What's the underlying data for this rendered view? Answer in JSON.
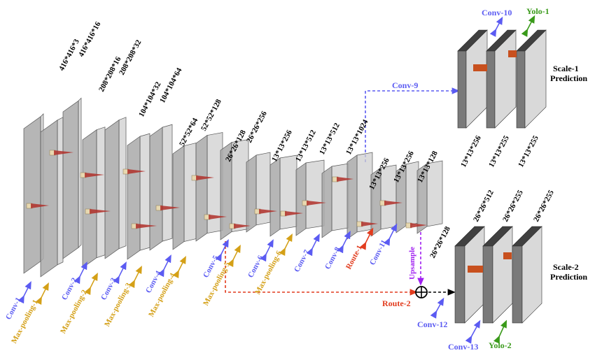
{
  "colors": {
    "blue": "#5b5bf2",
    "gold": "#d4a017",
    "red": "#e23c1e",
    "purple": "#a020f0",
    "green": "#3a9a1a",
    "layer_face": "#a9a9a9",
    "layer_top": "#cfcfcf",
    "layer_side": "#7f7f7f",
    "pred_dark": "#404040",
    "pred_light": "#d9d9d9",
    "kernel": "#b0302a",
    "anchor": "#c8501e"
  },
  "backbone": {
    "dims": [
      "416*416*3",
      "416*416*16",
      "208*208*16",
      "208*208*32",
      "104*104*32",
      "104*104*64",
      "52*52*64",
      "52*52*128",
      "26*26*128",
      "26*26*256",
      "13*13*256",
      "13*13*512",
      "13*13*512",
      "13*13*1024",
      "13*13*256",
      "13*13*256",
      "13*13*128",
      "26*26*128"
    ],
    "ops": [
      {
        "label": "Conv-1",
        "kind": "blue"
      },
      {
        "label": "Max-pooling-1",
        "kind": "gold"
      },
      {
        "label": "Conv-2",
        "kind": "blue"
      },
      {
        "label": "Max-pooling-2",
        "kind": "gold"
      },
      {
        "label": "Conv-3",
        "kind": "blue"
      },
      {
        "label": "Max-pooling-3",
        "kind": "gold"
      },
      {
        "label": "Conv-4",
        "kind": "blue"
      },
      {
        "label": "Max-pooling-4",
        "kind": "gold"
      },
      {
        "label": "Conv-5",
        "kind": "blue"
      },
      {
        "label": "Max-pooling-5",
        "kind": "gold"
      },
      {
        "label": "Conv-6",
        "kind": "blue"
      },
      {
        "label": "Max-pooling-6",
        "kind": "gold"
      },
      {
        "label": "Conv-7",
        "kind": "blue"
      },
      {
        "label": "Conv-8",
        "kind": "blue"
      },
      {
        "label": "Route-1",
        "kind": "red"
      },
      {
        "label": "Conv-11",
        "kind": "blue"
      }
    ]
  },
  "connections": {
    "conv9": "Conv-9",
    "route2": "Route-2",
    "upsample": "Upsample"
  },
  "scale1": {
    "title_line1": "Scale-1",
    "title_line2": "Prediction",
    "dims": [
      "13*13*256",
      "13*13*255",
      "13*13*255"
    ],
    "top_labels": [
      {
        "label": "Conv-10",
        "kind": "blue"
      },
      {
        "label": "Yolo-1",
        "kind": "green"
      }
    ]
  },
  "scale2": {
    "title_line1": "Scale-2",
    "title_line2": "Prediction",
    "dims": [
      "26*26*512",
      "26*26*255",
      "26*26*255"
    ],
    "bottom_labels": [
      {
        "label": "Conv-12",
        "kind": "blue"
      },
      {
        "label": "Conv-13",
        "kind": "blue"
      },
      {
        "label": "Yolo-2",
        "kind": "green"
      }
    ]
  }
}
